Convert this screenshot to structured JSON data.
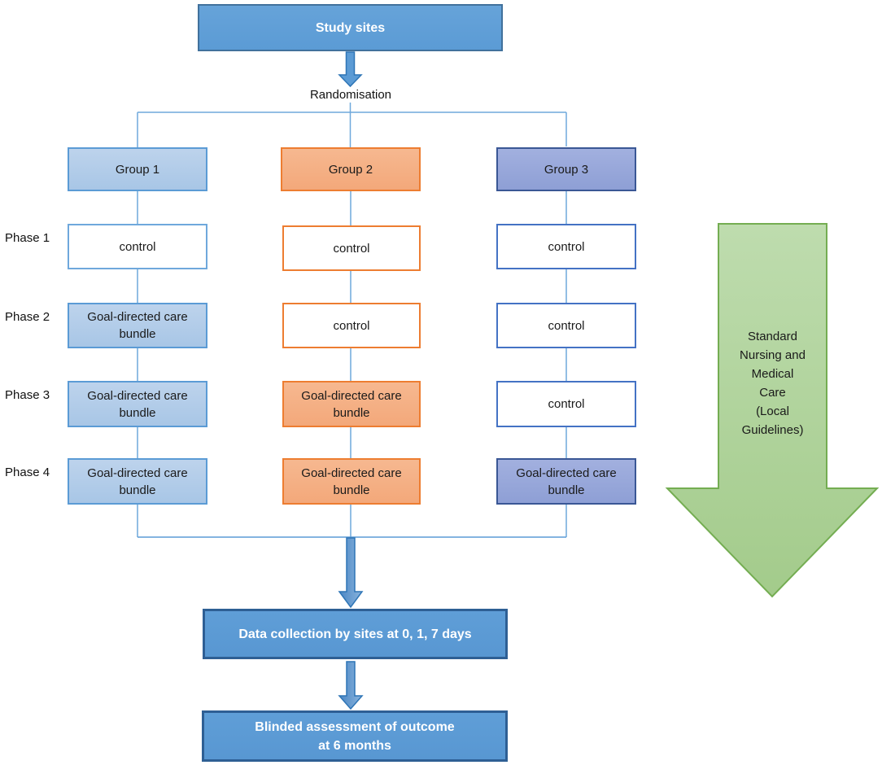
{
  "diagram": {
    "title_box": "Study sites",
    "randomisation_label": "Randomisation",
    "groups": [
      {
        "label": "Group 1"
      },
      {
        "label": "Group 2"
      },
      {
        "label": "Group 3"
      }
    ],
    "phases": [
      {
        "label": "Phase 1",
        "cells": [
          "control",
          "control",
          "control"
        ]
      },
      {
        "label": "Phase 2",
        "cells": [
          "Goal-directed care bundle",
          "control",
          "control"
        ]
      },
      {
        "label": "Phase 3",
        "cells": [
          "Goal-directed care bundle",
          "Goal-directed care bundle",
          "control"
        ]
      },
      {
        "label": "Phase 4",
        "cells": [
          "Goal-directed care bundle",
          "Goal-directed care bundle",
          "Goal-directed care bundle"
        ]
      }
    ],
    "data_collection_box": "Data collection by sites at 0, 1, 7 days",
    "outcome_box_lines": [
      "Blinded assessment of outcome",
      "at 6 months"
    ],
    "side_arrow_lines": [
      "Standard",
      "Nursing and",
      "Medical",
      "Care",
      "(Local",
      "Guidelines)"
    ],
    "colors": {
      "header_fill": "#5b9bd5",
      "header_border": "#41719c",
      "group1_fill": "#aec9e7",
      "group1_border": "#5b9bd5",
      "group2_fill": "#f4b183",
      "group2_border": "#ed7d31",
      "group3_fill": "#8e9fd5",
      "group3_border": "#3a5795",
      "control_border_col3": "#4472c4",
      "connector_line": "#6fa8dc",
      "arrow_fill": "#5b9bd5",
      "arrow_border": "#2e75b6",
      "side_arrow_fill": "#b0d39c",
      "side_arrow_border": "#74ad52",
      "bottom_box_fill": "#5b9bd5",
      "bottom_box_border": "#2e5f94",
      "text_dark": "#1a1a1a",
      "text_light": "#ffffff"
    }
  }
}
